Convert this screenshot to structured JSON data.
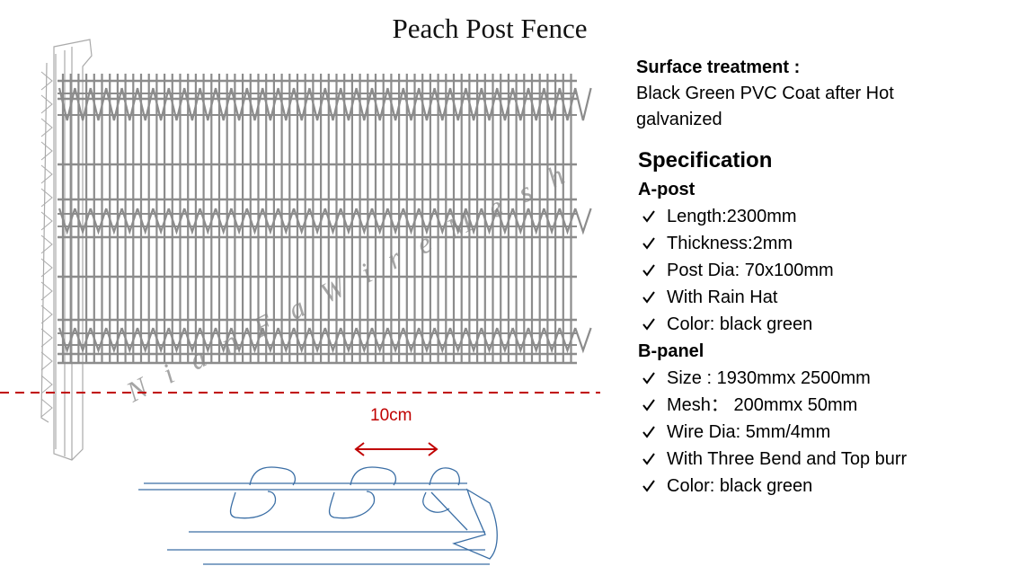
{
  "title": "Peach Post Fence",
  "surface": {
    "heading": "Surface treatment :",
    "text_line1": "Black Green PVC  Coat after Hot",
    "text_line2": "galvanized"
  },
  "specification": {
    "heading": "Specification",
    "a_post": {
      "label": "A-post",
      "items": [
        "Length:2300mm",
        "Thickness:2mm",
        "Post Dia: 70x100mm",
        "With Rain Hat",
        "Color: black green"
      ]
    },
    "b_panel": {
      "label": "B-panel",
      "items": [
        "Size : 1930mmx 2500mm",
        "Mesh： 200mmx 50mm",
        "Wire Dia:  5mm/4mm",
        "With Three Bend and Top burr",
        "Color: black green"
      ]
    }
  },
  "drawing": {
    "dimension_label": "10cm",
    "watermark": "N i a n F a   W i r e   M e s h"
  },
  "colors": {
    "fence_gray": "#8c8c8c",
    "dashed_line": "#c00000",
    "detail_blue": "#3a6ea5",
    "check": "#000000"
  }
}
